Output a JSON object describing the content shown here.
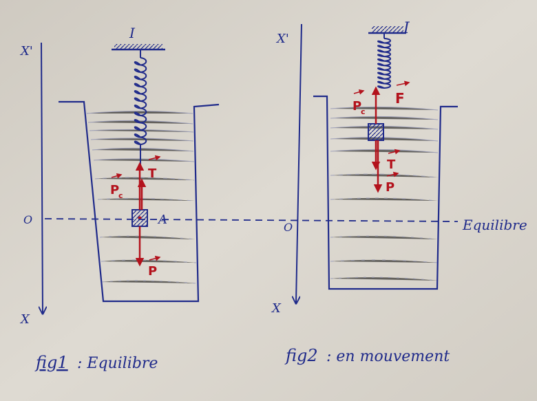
{
  "figure1": {
    "support_label": "I",
    "axis_top_label": "X'",
    "axis_bottom_label": "X",
    "origin_label": "O",
    "point_label": "A",
    "force_labels": {
      "pc": "P",
      "pc_sub": "c",
      "t": "T",
      "p": "P"
    },
    "caption_fig": "fig1",
    "caption_text": ": Equilibre"
  },
  "figure2": {
    "support_label": "I",
    "axis_top_label": "X'",
    "axis_bottom_label": "X",
    "origin_label": "O",
    "equilibrium_label": "Equilibre",
    "force_labels": {
      "pc": "P",
      "pc_sub": "c",
      "f": "F",
      "t": "T",
      "p": "P"
    },
    "caption_fig": "fig2",
    "caption_text": ": en mouvement"
  },
  "colors": {
    "ink": "#1f2a8a",
    "force": "#b3121c",
    "paper": "#d9d4cb"
  }
}
